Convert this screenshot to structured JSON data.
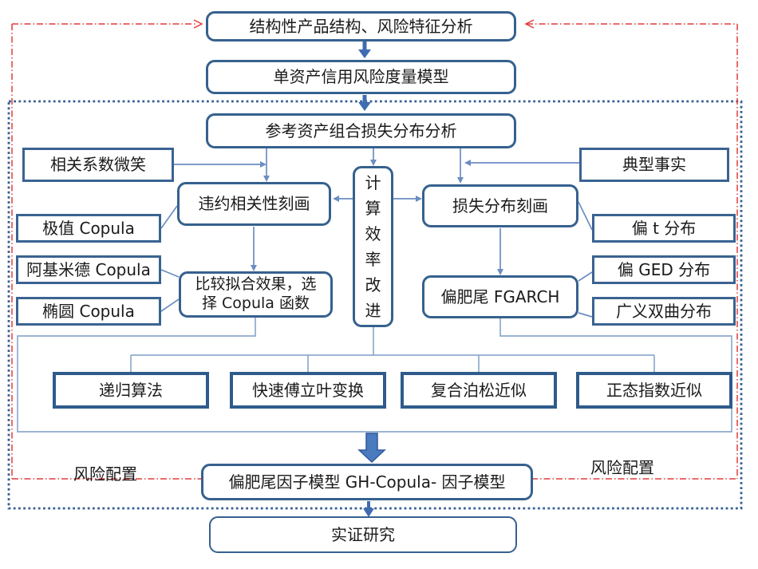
{
  "diagram": {
    "nodes": {
      "structure_analysis": "结构性产品结构、风险特征分析",
      "single_asset_model": "单资产信用风险度量模型",
      "portfolio_loss": "参考资产组合损失分布分析",
      "corr_smile": "相关系数微笑",
      "stylized_facts": "典型事实",
      "default_corr": "违约相关性刻画",
      "loss_dist": "损失分布刻画",
      "efficiency": {
        "label": "计算效率改进",
        "chars": [
          "计",
          "算",
          "效",
          "率",
          "改",
          "进"
        ]
      },
      "copula_list": [
        "极值 Copula",
        "阿基米德 Copula",
        "椭圆 Copula"
      ],
      "dist_list": [
        "偏 t 分布",
        "偏 GED 分布",
        "广义双曲分布"
      ],
      "compare_copula": "比较拟合效果，选择 Copula 函数",
      "fgarch": "偏肥尾 FGARCH",
      "algorithms": [
        "递归算法",
        "快速傅立叶变换",
        "复合泊松近似",
        "正态指数近似"
      ],
      "risk_alloc_left": "风险配置",
      "risk_alloc_right": "风险配置",
      "factor_model": "偏肥尾因子模型 GH-Copula- 因子模型",
      "empirical": "实证研究"
    },
    "colors": {
      "box_border": "#36618E",
      "box_border_dark": "#2F5B8C",
      "thin_line": "#8FA9CD",
      "connector": "#6C8EC2",
      "flow_arrow": "#3D6CB0",
      "thick_arrow_fill": "#4A7BBE",
      "thick_arrow_stroke": "#31599B",
      "red_frame": "#E23B3B",
      "dotted_border": "#365F91",
      "text": "#1A1A1A"
    }
  }
}
